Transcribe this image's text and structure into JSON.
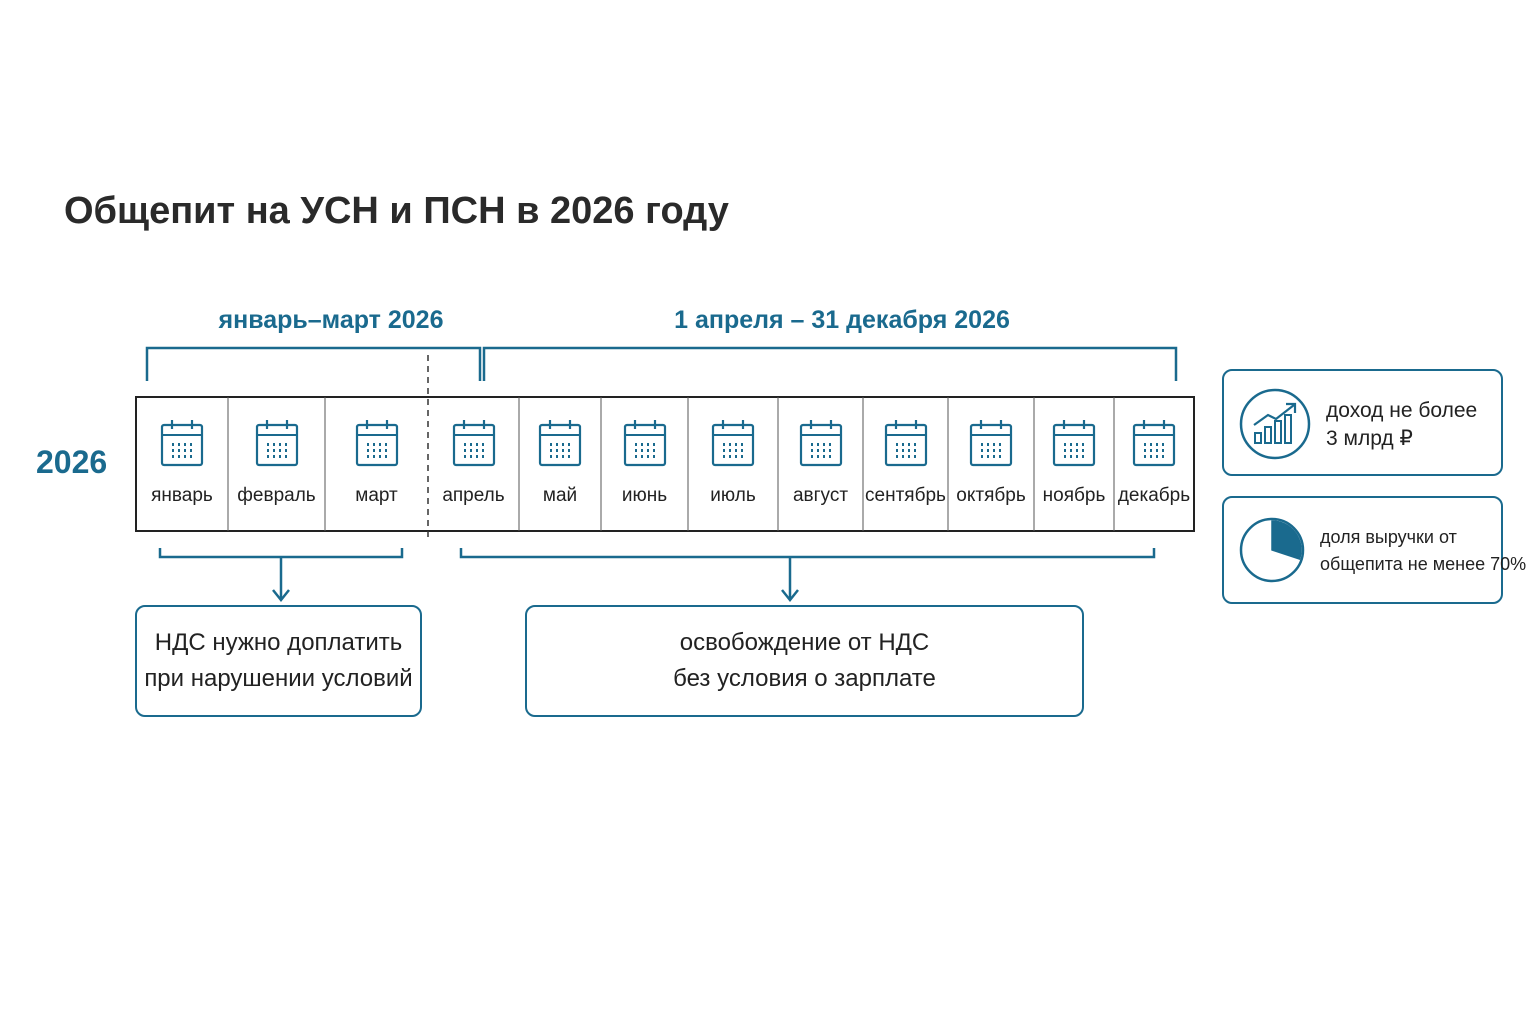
{
  "title": "Общепит на УСН и ПСН в 2026 году",
  "year": "2026",
  "periods": {
    "q1": "январь–март 2026",
    "rest": "1 апреля –  31 декабря 2026"
  },
  "months": [
    "январь",
    "февраль",
    "март",
    "апрель",
    "май",
    "июнь",
    "июль",
    "август",
    "сентябрь",
    "октябрь",
    "ноябрь",
    "декабрь"
  ],
  "outcomes": {
    "q1": {
      "line1": "НДС нужно доплатить",
      "line2": "при нарушении условий"
    },
    "rest": {
      "line1": "освобождение от НДС",
      "line2": "без условия о зарплате"
    }
  },
  "conditions": {
    "income": {
      "line1": "доход не более",
      "line2": "3 млрд ₽",
      "icon": "growth-chart-icon"
    },
    "share": {
      "line1": "доля выручки от",
      "line2": "общепита не менее 70%",
      "icon": "pie-chart-icon",
      "fraction": 0.3
    }
  },
  "colors": {
    "accent": "#1a6a8e",
    "border": "#222222"
  }
}
